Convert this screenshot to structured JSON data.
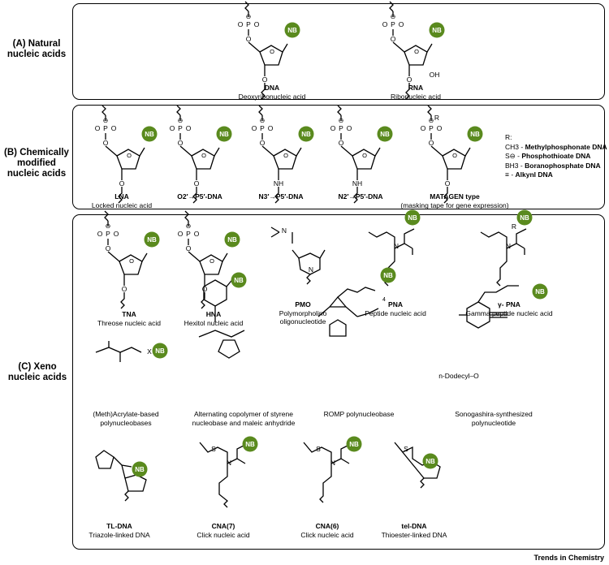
{
  "sections": {
    "a": {
      "title": "(A) Natural nucleic acids"
    },
    "b": {
      "title": "(B) Chemically modified nucleic acids"
    },
    "c": {
      "title": "(C) Xeno nucleic acids"
    }
  },
  "nb_label": "NB",
  "accent_color": "#5a8a1e",
  "natural": [
    {
      "abbr": "DNA",
      "name": "Deoxyribonucleic acid"
    },
    {
      "abbr": "RNA",
      "name": "Ribonucleic acid"
    }
  ],
  "modified": [
    {
      "abbr": "LNA",
      "name": "Locked nucleic acid"
    },
    {
      "abbr": "O2′→P5′-DNA",
      "name": ""
    },
    {
      "abbr": "N3′→P5′-DNA",
      "name": ""
    },
    {
      "abbr": "N2′→P5′-DNA",
      "name": ""
    },
    {
      "abbr": "MATAGEN type",
      "name": "(masking tape for gene expression)"
    }
  ],
  "r_legend": {
    "title": "R:",
    "items": [
      {
        "group": "CH3 -",
        "label": "Methylphosphonate DNA"
      },
      {
        "group": "S⊖ -",
        "label": "Phosphothioate DNA"
      },
      {
        "group": "BH3 -",
        "label": "Boranophosphate DNA"
      },
      {
        "group": "≡ -",
        "label": "Alkynl DNA"
      }
    ]
  },
  "xeno_row1": [
    {
      "abbr": "TNA",
      "name": "Threose nucleic acid"
    },
    {
      "abbr": "HNA",
      "name": "Hexitol nucleic acid"
    },
    {
      "abbr": "PMO",
      "name": "Polymorpholino oligonucleotide"
    },
    {
      "abbr": "PNA",
      "name": "Peptide nucleic acid"
    },
    {
      "abbr": "γ- PNA",
      "name": "Gamma peptide nucleic acid"
    }
  ],
  "xeno_row2": [
    {
      "name": "(Meth)Acrylate-based polynucleobases"
    },
    {
      "name": "Alternating copolymer of styrene nucleobase and maleic anhydride"
    },
    {
      "name": "ROMP polynucleobase"
    },
    {
      "name": "Sonogashira-synthesized polynucleotide"
    }
  ],
  "xeno_row3": [
    {
      "abbr": "TL-DNA",
      "name": "Triazole-linked DNA"
    },
    {
      "abbr": "CNA(7)",
      "name": "Click nucleic acid"
    },
    {
      "abbr": "CNA(6)",
      "name": "Click nucleic acid"
    },
    {
      "abbr": "tel-DNA",
      "name": "Thioester-linked DNA"
    }
  ],
  "structure_text": {
    "p": "P",
    "o": "O",
    "o_minus": "⊖",
    "oh": "OH",
    "nh": "NH",
    "n": "N",
    "r": "R",
    "x": "X",
    "s": "S",
    "four": "4",
    "dodecyl": "n-Dodecyl–O"
  },
  "credit": "Trends in Chemistry"
}
